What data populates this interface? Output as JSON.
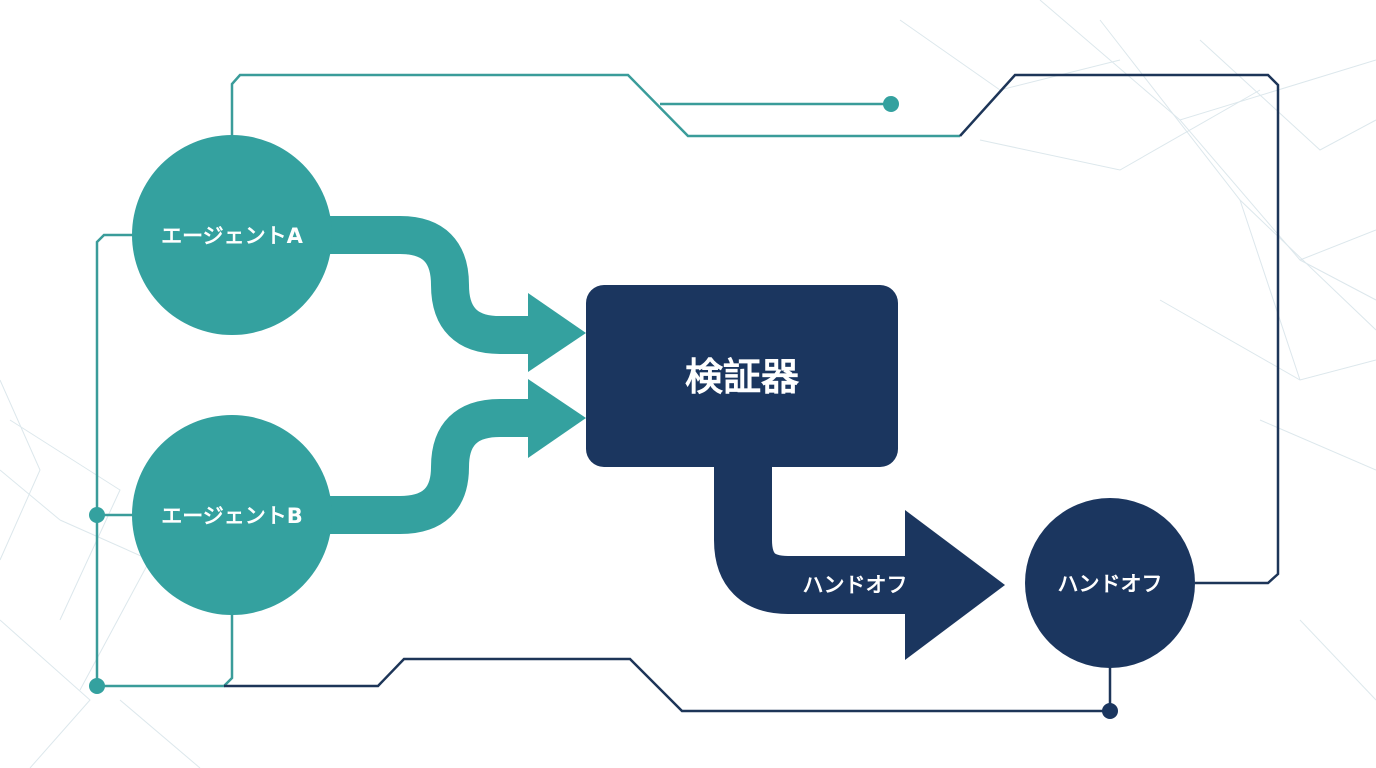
{
  "colors": {
    "teal": "#34a19f",
    "navy": "#1b365f",
    "teal_line": "#3a9c9a",
    "navy_line": "#1d3558",
    "background_lines": "#d4e2e7",
    "text": "#ffffff"
  },
  "nodes": {
    "agent_a": {
      "label": "エージェントA"
    },
    "agent_b": {
      "label": "エージェントB"
    },
    "verifier": {
      "label": "検証器"
    },
    "handoff": {
      "label": "ハンドオフ"
    }
  },
  "edges": {
    "handoff_arrow": {
      "label": "ハンドオフ"
    }
  }
}
